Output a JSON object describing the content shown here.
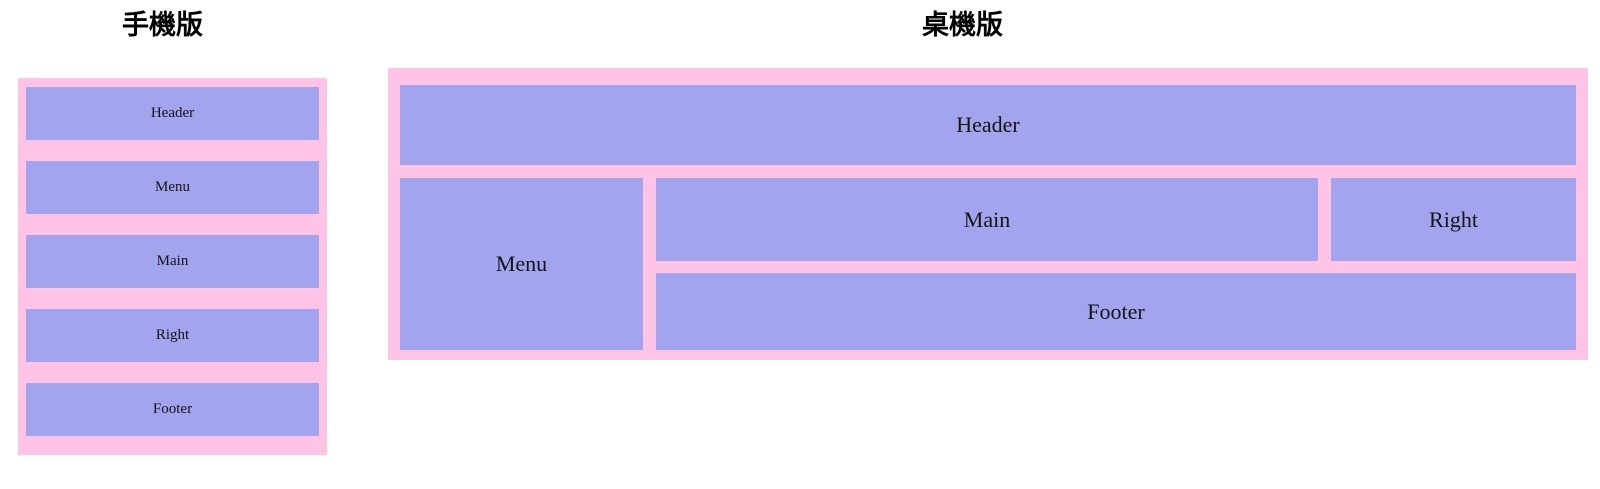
{
  "page": {
    "background_color": "#ffffff",
    "accent_pink": "#ffc3e6",
    "accent_purple": "#a3a4ee",
    "text_color": "#141414"
  },
  "sections": [
    {
      "id": "mobile",
      "title": "手機版",
      "layout_type": "stacked-single-column",
      "blocks": [
        {
          "id": "header",
          "label": "Header"
        },
        {
          "id": "menu",
          "label": "Menu"
        },
        {
          "id": "main",
          "label": "Main"
        },
        {
          "id": "right",
          "label": "Right"
        },
        {
          "id": "footer",
          "label": "Footer"
        }
      ]
    },
    {
      "id": "desktop",
      "title": "桌機版",
      "layout_type": "multi-column-grid",
      "blocks": [
        {
          "id": "header",
          "label": "Header"
        },
        {
          "id": "menu",
          "label": "Menu"
        },
        {
          "id": "main",
          "label": "Main"
        },
        {
          "id": "right",
          "label": "Right"
        },
        {
          "id": "footer",
          "label": "Footer"
        }
      ]
    }
  ]
}
